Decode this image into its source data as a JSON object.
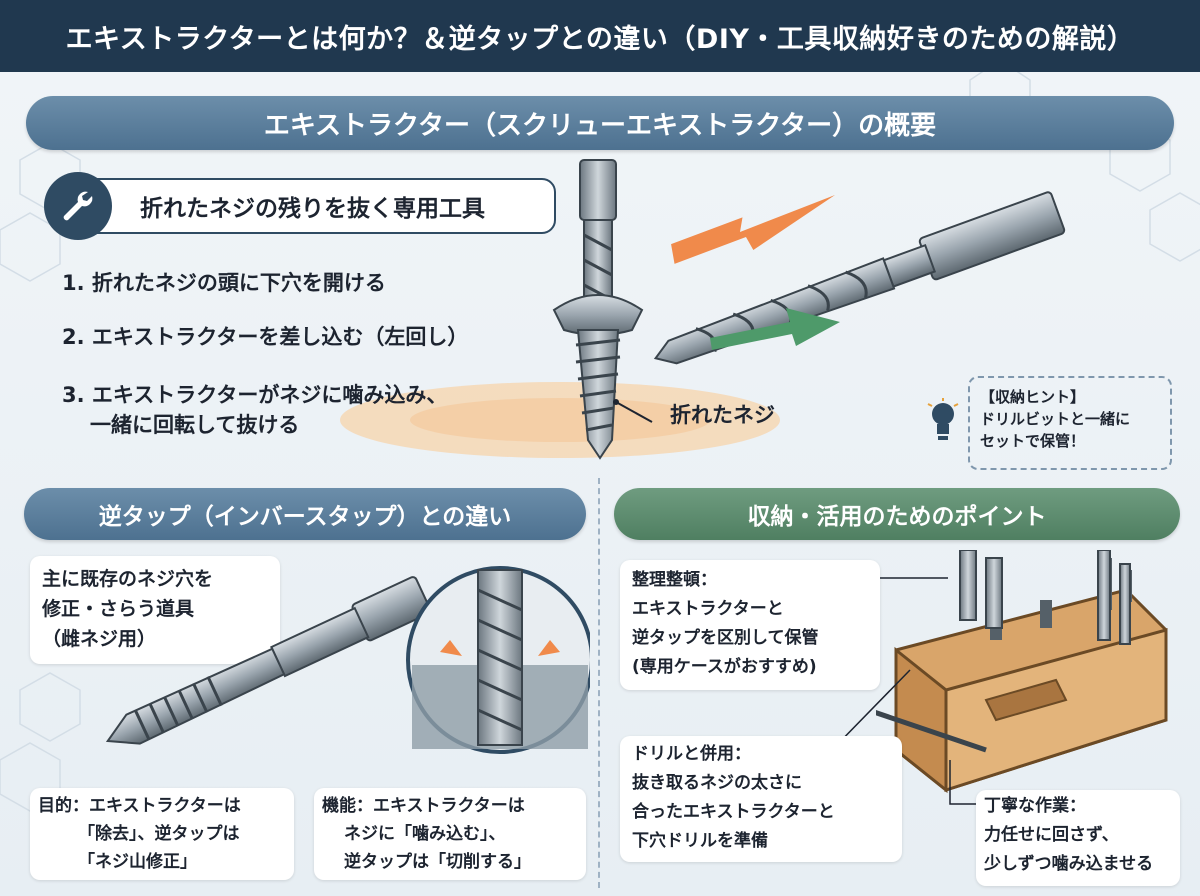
{
  "title": "エキストラクターとは何か？＆逆タップとの違い（DIY・工具収納好きのための解説）",
  "overview": {
    "header": "エキストラクター（スクリューエキストラクター）の概要",
    "subtitle": "折れたネジの残りを抜く専用工具",
    "steps": [
      "1. 折れたネジの頭に下穴を開ける",
      "2. エキストラクターを差し込む（左回し）",
      "3. エキストラクターがネジに噛み込み、",
      "一緒に回転して抜ける"
    ],
    "broken_screw_label": "折れたネジ",
    "hint": [
      "【収納ヒント】",
      "ドリルビットと一緒に",
      "セットで保管！"
    ],
    "icons": [
      "wrench-icon",
      "lightbulb-icon"
    ]
  },
  "reverse_tap": {
    "header": "逆タップ（インバースタップ）との違い",
    "desc": [
      "主に既存のネジ穴を",
      "修正・さらう道具",
      "（雌ネジ用）"
    ],
    "purpose": [
      "目的：エキストラクターは",
      "「除去」、逆タップは",
      "「ネジ山修正」"
    ],
    "function": [
      "機能：エキストラクターは",
      "ネジに「噛み込む」、",
      "逆タップは「切削する」"
    ]
  },
  "storage": {
    "header": "収納・活用のためのポイント",
    "organize": [
      "整理整頓：",
      "エキストラクターと",
      "逆タップを区別して保管",
      "(専用ケースがおすすめ)"
    ],
    "drill": [
      "ドリルと併用：",
      "抜き取るネジの太さに",
      "合ったエキストラクターと",
      "下穴ドリルを準備"
    ],
    "careful": [
      "丁寧な作業：",
      "力任せに回さず、",
      "少しずつ噛み込ませる"
    ]
  },
  "colors": {
    "title_bg": "#20384f",
    "blue_pill": "#5b7e9c",
    "green_pill": "#5f8e70",
    "orange_arrow": "#f08a4b",
    "green_arrow": "#4e9a6a"
  }
}
